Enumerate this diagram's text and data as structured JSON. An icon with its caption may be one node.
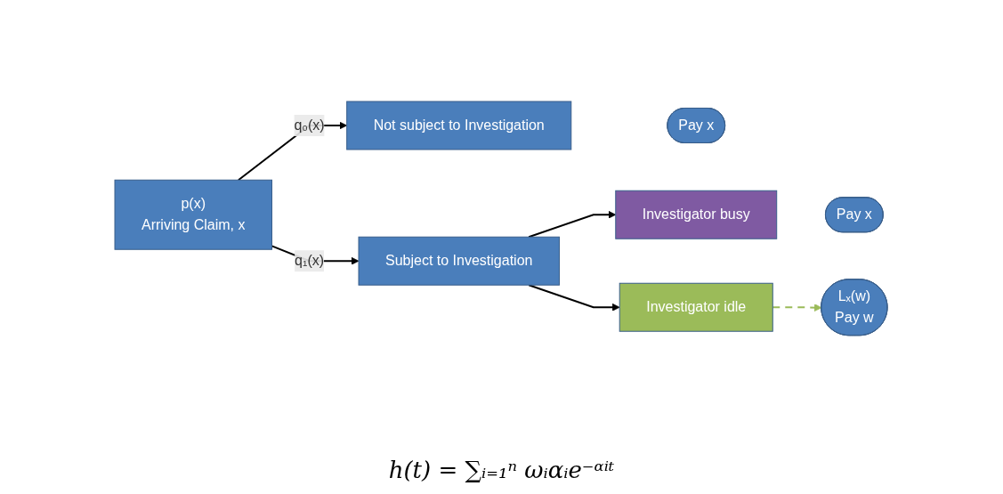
{
  "diagram": {
    "nodes": [
      {
        "text": [
          "p(x)",
          "Arriving Claim, x"
        ]
      },
      {
        "text": [
          "Not subject to Investigation"
        ]
      },
      {
        "text": [
          "Pay x"
        ]
      },
      {
        "text": [
          "Subject to Investigation"
        ]
      },
      {
        "text": [
          "Investigator busy"
        ]
      },
      {
        "text": [
          "Pay x"
        ]
      },
      {
        "text": [
          "Investigator  idle"
        ]
      },
      {
        "text": [
          "Lₓ(w)",
          "Pay w"
        ]
      }
    ],
    "edges": [
      {
        "from": 0,
        "to": 1,
        "arrow": "to",
        "label": "q₀(x)"
      },
      {
        "from": 0,
        "to": 3,
        "arrow": "to",
        "label": "q₁(x)"
      },
      {
        "from": 3,
        "to": 4,
        "arrow": "to"
      },
      {
        "from": 3,
        "to": 6,
        "arrow": "to"
      },
      {
        "from": 6,
        "to": 7,
        "arrow": "to",
        "style": "dashed",
        "color": "#9bbb59"
      }
    ],
    "labels": [
      "h(t) = ∑ᵢ₌₁ⁿ ωᵢαᵢe⁻ᵅⁱᵗ"
    ]
  }
}
